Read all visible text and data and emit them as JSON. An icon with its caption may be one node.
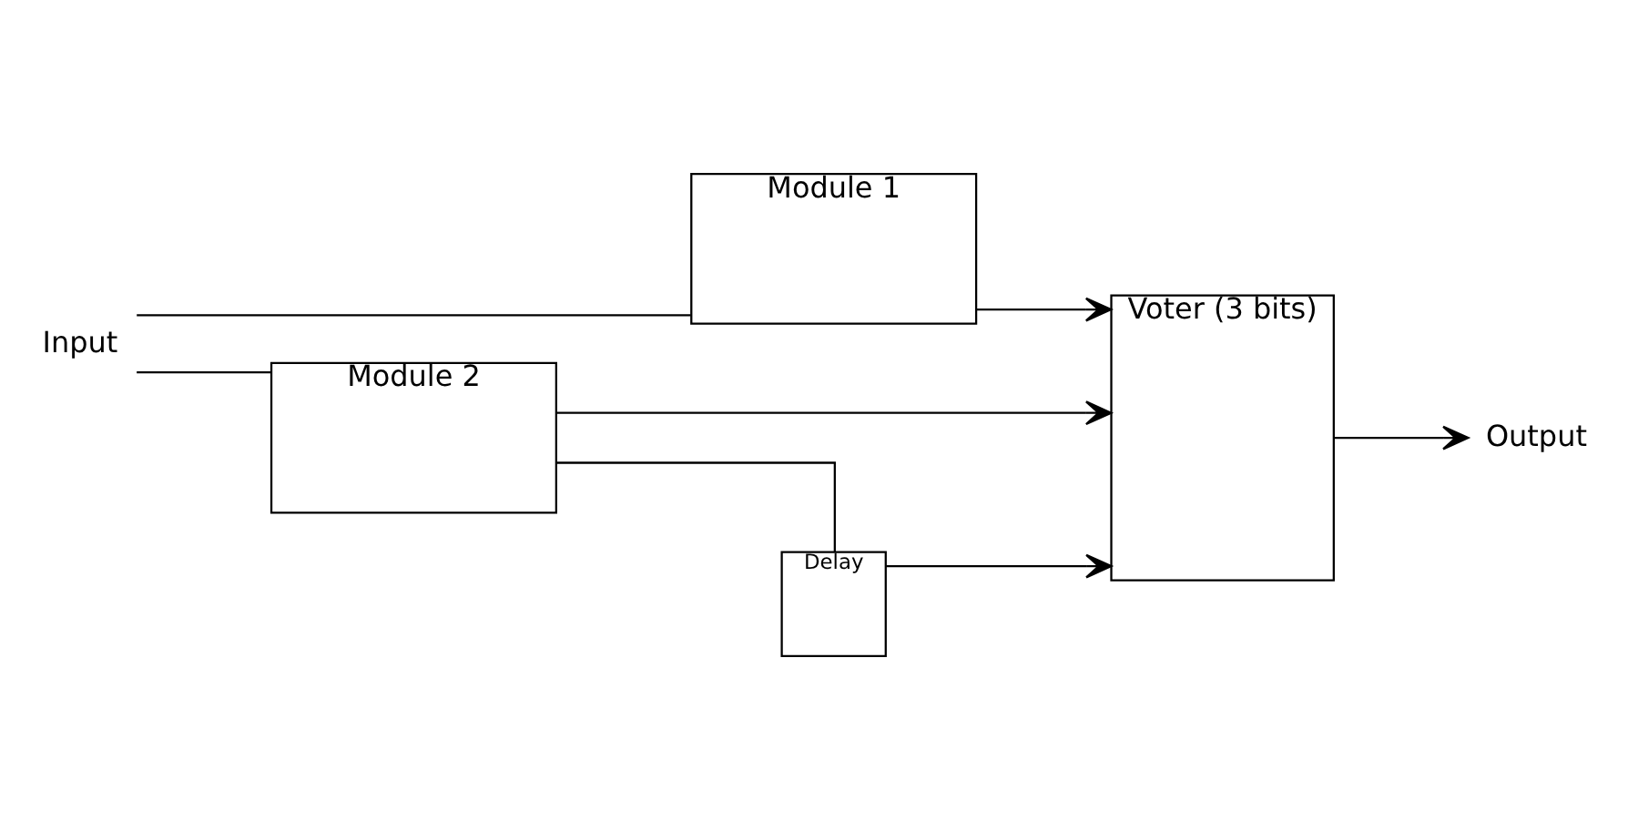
{
  "diagram": {
    "nodes": [
      {
        "text": [
          "Input"
        ]
      },
      {
        "text": [
          "Module 1"
        ]
      },
      {
        "text": [
          "Module 2"
        ]
      },
      {
        "text": [
          "Voter (3 bits)"
        ]
      },
      {
        "text": [
          "Delay"
        ]
      },
      {
        "text": [
          "Output"
        ]
      }
    ],
    "edges": [
      {
        "from": 0,
        "to": 1,
        "arrow": "none"
      },
      {
        "from": 0,
        "to": 2,
        "arrow": "none"
      },
      {
        "from": 1,
        "to": 3,
        "arrow": "to"
      },
      {
        "from": 2,
        "to": 3,
        "arrow": "to"
      },
      {
        "from": 2,
        "to": 4,
        "arrow": "none"
      },
      {
        "from": 4,
        "to": 3,
        "arrow": "to"
      },
      {
        "from": 3,
        "to": 5,
        "arrow": "to"
      }
    ]
  }
}
